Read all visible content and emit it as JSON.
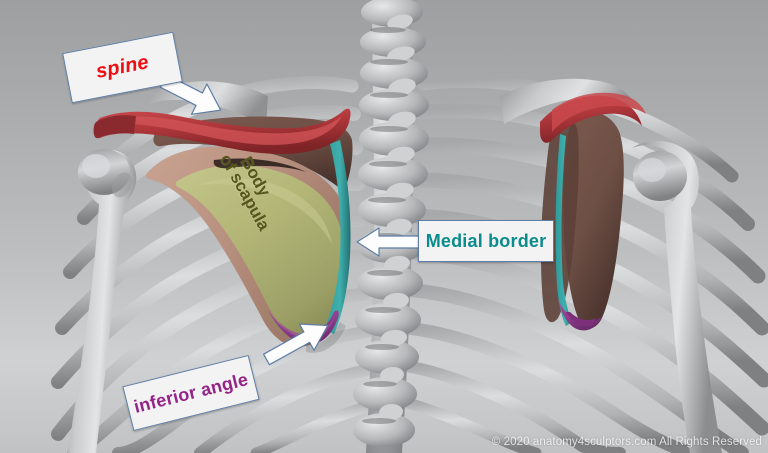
{
  "figure": {
    "subject": "posterior view of human thorax skeleton with scapulae highlighted",
    "background_top_color": "#9d9fa1",
    "background_bottom_color": "#cdcfd1"
  },
  "in_figure_labels": {
    "body_of_scapula": {
      "line1": "Body",
      "line2": "of scapula",
      "color": "#55551c"
    }
  },
  "callouts": [
    {
      "id": "spine",
      "label": "spine",
      "text_color": "#ef0f12",
      "box_fill": "#f3f3f4",
      "box_border": "#5d7da6",
      "arrow_direction": "down-right",
      "points_at": "spine of scapula"
    },
    {
      "id": "medial-border",
      "label": "Medial border",
      "text_color": "#0a8c8c",
      "box_fill": "#f3f3f4",
      "box_border": "#5d7da6",
      "arrow_direction": "left",
      "points_at": "medial border of scapula"
    },
    {
      "id": "inferior-angle",
      "label": "inferior angle",
      "text_color": "#952488",
      "box_fill": "#f3f3f4",
      "box_border": "#5d7da6",
      "arrow_direction": "up-right",
      "points_at": "inferior angle of scapula"
    }
  ],
  "anatomy_colors": {
    "spine_of_scapula": "#b0383c",
    "scapula_body": "#b3b677",
    "scapula_lateral_border": "#b8907f",
    "scapula_infraspinous_shadow": "#6d4f45",
    "medial_border": "#2f9a9a",
    "inferior_angle": "#8e3e8c",
    "bone_grey": "#b7b9bb"
  },
  "copyright": {
    "text": "© 2020 anatomy4sculptors.com All Rights Reserved"
  }
}
